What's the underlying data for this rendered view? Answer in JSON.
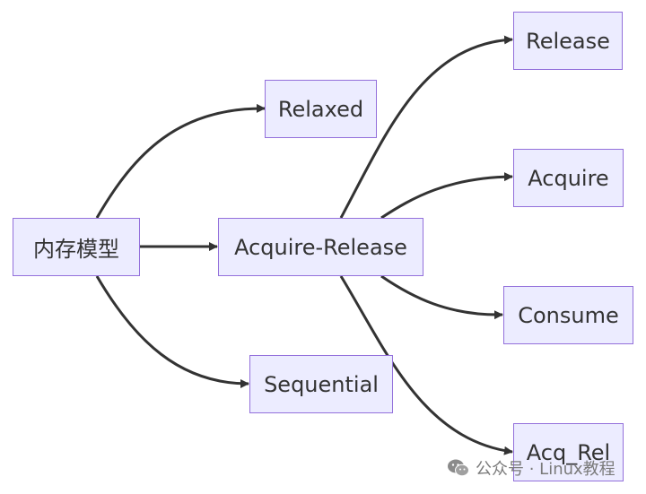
{
  "diagram": {
    "colors": {
      "node_fill": "#ececff",
      "node_border": "#9370db",
      "edge": "#333333",
      "text": "#333333"
    },
    "nodes": {
      "root": "内存模型",
      "relaxed": "Relaxed",
      "acq_rel_group": "Acquire-Release",
      "sequential": "Sequential",
      "release": "Release",
      "acquire": "Acquire",
      "consume": "Consume",
      "acq_rel": "Acq_Rel"
    },
    "edges": [
      {
        "from": "root",
        "to": "relaxed"
      },
      {
        "from": "root",
        "to": "acq_rel_group"
      },
      {
        "from": "root",
        "to": "sequential"
      },
      {
        "from": "acq_rel_group",
        "to": "release"
      },
      {
        "from": "acq_rel_group",
        "to": "acquire"
      },
      {
        "from": "acq_rel_group",
        "to": "consume"
      },
      {
        "from": "acq_rel_group",
        "to": "acq_rel"
      }
    ]
  },
  "watermark": {
    "text": "公众号 · Linux教程",
    "icon": "wechat-icon"
  }
}
